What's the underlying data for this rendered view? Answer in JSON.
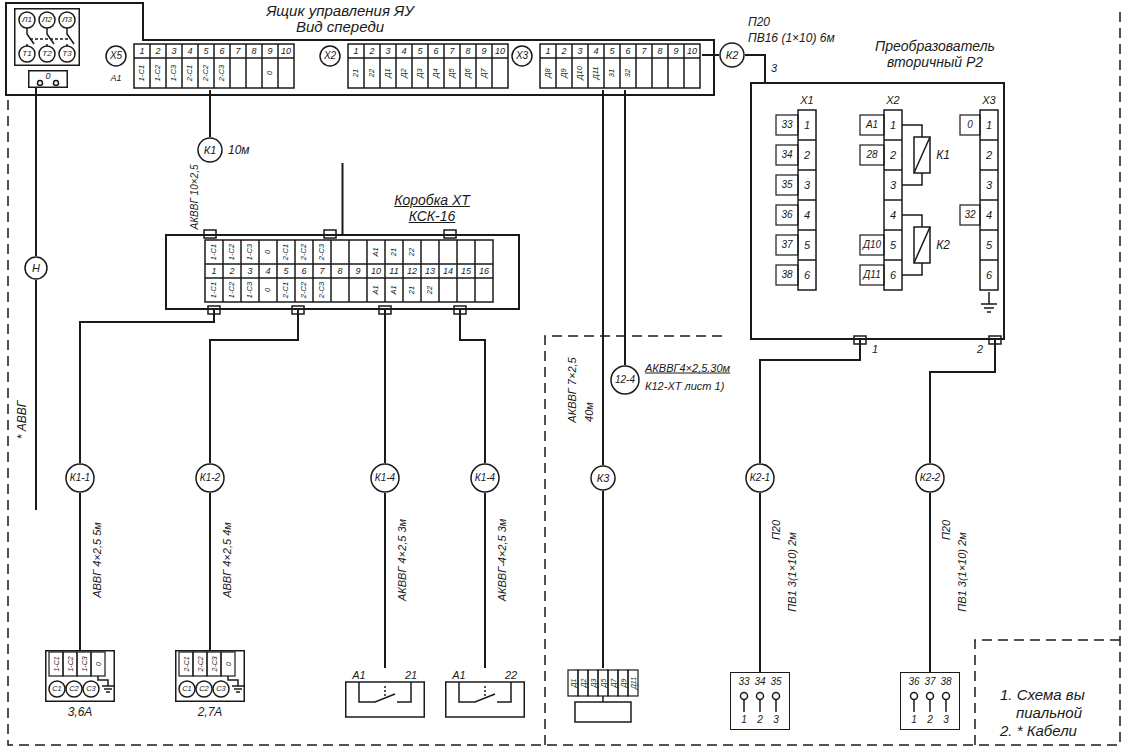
{
  "diagram": {
    "nodes": [
      {
        "text": [
          "Ящик управления ЯУ Вид спереди"
        ]
      },
      {
        "text": [
          "Л1",
          "Л2",
          "Л3",
          "Т1",
          "Т2",
          "Т3"
        ],
        "in": 0
      },
      {
        "text": [
          "0"
        ],
        "in": 0
      },
      {
        "text": [
          "Х5",
          "1",
          "2",
          "3",
          "4",
          "5",
          "6",
          "7",
          "8",
          "9",
          "10",
          "А1",
          "1-С1",
          "1-С2",
          "1-С3",
          "2-С1",
          "2-С2",
          "2-С3",
          "0"
        ],
        "in": 0
      },
      {
        "text": [
          "Х2",
          "1",
          "2",
          "3",
          "4",
          "5",
          "6",
          "7",
          "8",
          "9",
          "10",
          "21",
          "22",
          "Д1",
          "Д2",
          "Д3",
          "Д4",
          "Д5",
          "Д6",
          "Д7"
        ],
        "in": 0
      },
      {
        "text": [
          "Х3",
          "1",
          "2",
          "3",
          "4",
          "5",
          "6",
          "7",
          "8",
          "9",
          "10",
          "Д8",
          "Д9",
          "Д10",
          "Д11",
          "31",
          "32"
        ],
        "in": 0
      },
      {
        "text": [
          "К2"
        ]
      },
      {
        "text": [
          "Преобразователь вторичный Р2",
          "К1",
          "К2",
          "1",
          "2"
        ]
      },
      {
        "text": [
          "Х1",
          "1",
          "2",
          "3",
          "4",
          "5",
          "6",
          "33",
          "34",
          "35",
          "36",
          "37",
          "38"
        ],
        "in": 7
      },
      {
        "text": [
          "Х2",
          "1",
          "2",
          "3",
          "4",
          "5",
          "6",
          "А1",
          "28",
          "Д10",
          "Д11"
        ],
        "in": 7
      },
      {
        "text": [
          "Х3",
          "1",
          "2",
          "3",
          "4",
          "5",
          "6",
          "0",
          "32"
        ],
        "in": 7
      },
      {
        "text": [
          "К1"
        ]
      },
      {
        "text": [
          "Коробка ХТ КСК-16",
          "1",
          "2",
          "3",
          "4",
          "5",
          "6",
          "7",
          "8",
          "9",
          "10",
          "11",
          "12",
          "13",
          "14",
          "15",
          "16",
          "1-С1",
          "1-С2",
          "1-С3",
          "0",
          "2-С1",
          "2-С2",
          "2-С3",
          "А1",
          "21",
          "22",
          "1-С1",
          "1-С2",
          "1-С3",
          "0",
          "2-С1",
          "2-С2",
          "2-С3",
          "А1",
          "А1",
          "21",
          "22"
        ]
      },
      {
        "text": [
          "Н"
        ]
      },
      {
        "text": [
          "12-4"
        ]
      },
      {
        "text": [
          "К1-1"
        ]
      },
      {
        "text": [
          "К1-2"
        ]
      },
      {
        "text": [
          "К1-4"
        ]
      },
      {
        "text": [
          "К1-4"
        ]
      },
      {
        "text": [
          "К3"
        ]
      },
      {
        "text": [
          "К2-1"
        ]
      },
      {
        "text": [
          "К2-2"
        ]
      },
      {
        "text": [
          "1-С1",
          "1-С2",
          "1-С3",
          "0",
          "С1",
          "С2",
          "С3",
          "3,6А"
        ]
      },
      {
        "text": [
          "2-С1",
          "2-С2",
          "2-С3",
          "0",
          "С1",
          "С2",
          "С3",
          "2,7А"
        ]
      },
      {
        "text": [
          "А1",
          "21"
        ]
      },
      {
        "text": [
          "А1",
          "22"
        ]
      },
      {
        "text": [
          "Д1",
          "Д2",
          "Д3",
          "Д5",
          "Д7",
          "Д9",
          "Д11"
        ]
      },
      {
        "text": [
          "33",
          "34",
          "35",
          "1",
          "2",
          "3"
        ]
      },
      {
        "text": [
          "36",
          "37",
          "38",
          "1",
          "2",
          "3"
        ]
      }
    ],
    "edges": [
      {
        "from": 3,
        "to": 11,
        "arrow": "none"
      },
      {
        "from": 11,
        "to": 12,
        "arrow": "none"
      },
      {
        "from": 5,
        "to": 6,
        "arrow": "none"
      },
      {
        "from": 6,
        "to": 7,
        "arrow": "none"
      },
      {
        "from": 5,
        "to": 14,
        "arrow": "none"
      },
      {
        "from": 5,
        "to": 19,
        "arrow": "none"
      },
      {
        "from": 2,
        "to": 13,
        "arrow": "none"
      },
      {
        "from": 12,
        "to": 15,
        "arrow": "none"
      },
      {
        "from": 12,
        "to": 16,
        "arrow": "none"
      },
      {
        "from": 12,
        "to": 17,
        "arrow": "none"
      },
      {
        "from": 12,
        "to": 18,
        "arrow": "none"
      },
      {
        "from": 15,
        "to": 22,
        "arrow": "none"
      },
      {
        "from": 16,
        "to": 23,
        "arrow": "none"
      },
      {
        "from": 17,
        "to": 24,
        "arrow": "none"
      },
      {
        "from": 18,
        "to": 25,
        "arrow": "none"
      },
      {
        "from": 19,
        "to": 26,
        "arrow": "none"
      },
      {
        "from": 7,
        "to": 20,
        "arrow": "none"
      },
      {
        "from": 7,
        "to": 21,
        "arrow": "none"
      },
      {
        "from": 20,
        "to": 27,
        "arrow": "none"
      },
      {
        "from": 21,
        "to": 28,
        "arrow": "none"
      }
    ],
    "labels": [
      "10м",
      "АКВВГ 10×2,5",
      "П20",
      "ПВ16 (1×10) 6м",
      "3",
      "* АВВГ",
      "АКВВГ4×2,5.30м",
      "К12-ХТ лист 1)",
      "АКВВГ 7×2,5",
      "40м",
      "АВВГ 4×2,5 5м",
      "АВВГ 4×2,5 4м",
      "АКВВГ 4×2,5 3м",
      "АКВВГ-4×2,5 3м",
      "П20",
      "ПВ1 3(1×10) 2м",
      "П20",
      "ПВ1 3(1×10) 2м",
      "1. Схема вы",
      "пиальной",
      "2. * Кабели"
    ]
  }
}
